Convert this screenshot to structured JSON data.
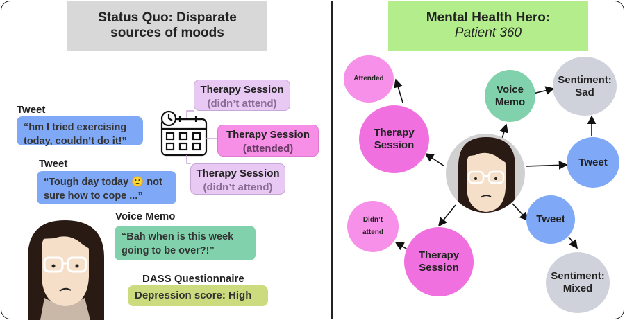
{
  "left": {
    "title_line1": "Status Quo: Disparate",
    "title_line2": "sources of moods",
    "tweet1": {
      "label": "Tweet",
      "text": "“hm I tried exercising today, couldn’t do it!”"
    },
    "tweet2": {
      "label": "Tweet",
      "text": "“Tough day today 🙁 not sure how to cope ...”"
    },
    "voice": {
      "label": "Voice Memo",
      "text": "“Bah when is this week going to be over?!”"
    },
    "dass": {
      "label": "DASS Questionnaire",
      "text": "Depression score: High"
    },
    "sessions": [
      {
        "title": "Therapy Session",
        "status": "(didn’t attend)"
      },
      {
        "title": "Therapy Session",
        "status": "(attended)"
      },
      {
        "title": "Therapy Session",
        "status": "(didn’t attend)"
      }
    ]
  },
  "right": {
    "title_line1": "Mental Health Hero:",
    "title_line2": "Patient 360",
    "nodes": {
      "attended": "Attended",
      "therapy_top": "Therapy Session",
      "voice_memo": "Voice Memo",
      "sentiment_sad": "Sentiment: Sad",
      "tweet_right": "Tweet",
      "didnt_attend": "Didn’t attend",
      "therapy_bottom": "Therapy Session",
      "tweet_bottom": "Tweet",
      "sentiment_mixed": "Sentiment: Mixed"
    }
  },
  "colors": {
    "blue": "#7fa8f6",
    "teal": "#82d1ad",
    "olive": "#cbdb7d",
    "light_purple": "#e8c9f3",
    "pink": "#f78fe6",
    "magenta": "#f070e0",
    "grey_node": "#cfd2da",
    "title_grey": "#d8d8d8",
    "title_green": "#b4ee8c"
  },
  "icons": [
    "calendar-clock-icon",
    "patient-avatar",
    "patient-avatar-center"
  ]
}
